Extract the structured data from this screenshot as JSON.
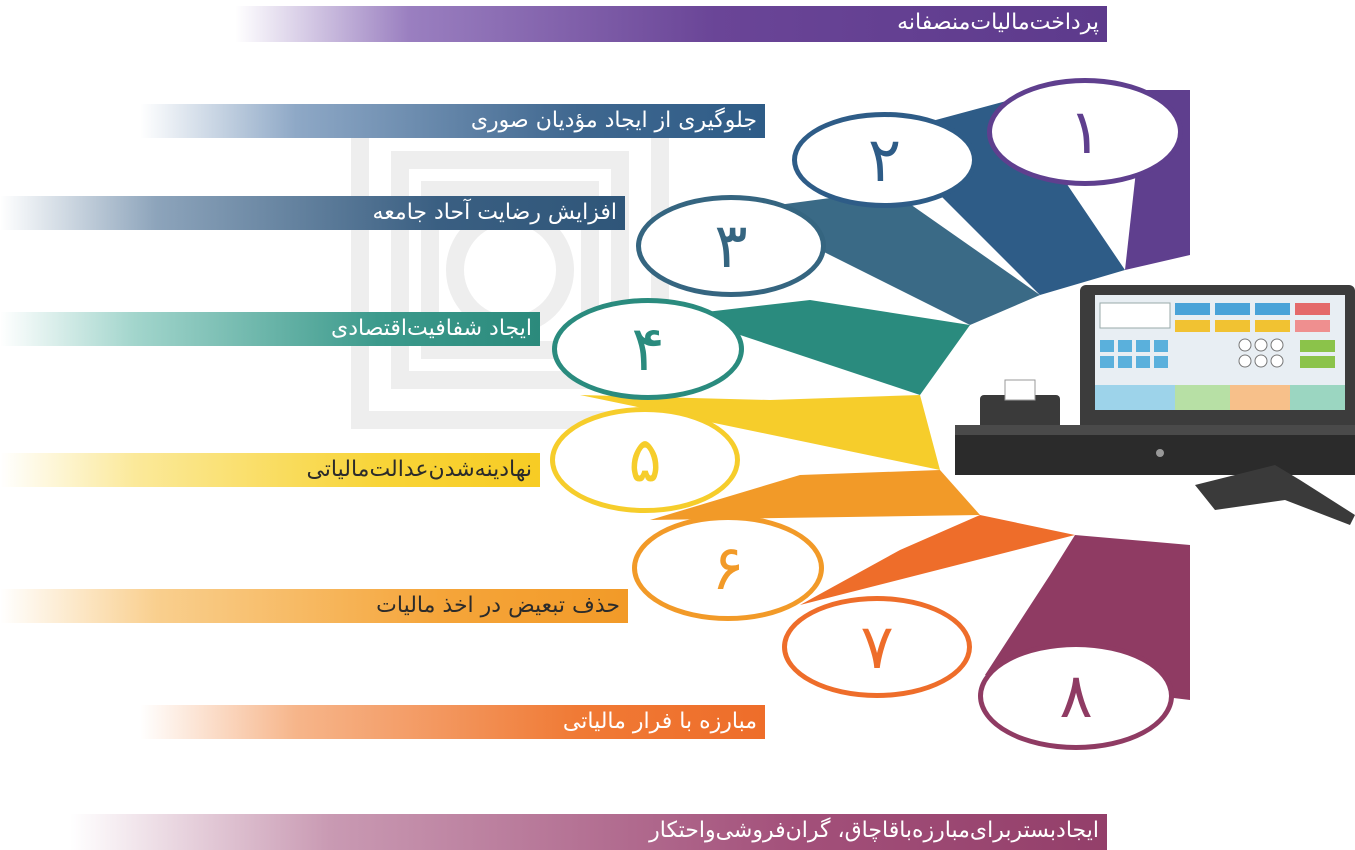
{
  "title": "پرداخت‌مالیات‌منصفانه",
  "steps": [
    {
      "number": "۱",
      "label": "جلوگیری از ایجاد مؤدیان صوری",
      "color": "#5f3f8e"
    },
    {
      "number": "۲",
      "label": "افزایش رضایت آحاد جامعه",
      "color": "#2e5c87"
    },
    {
      "number": "۳",
      "label": "ایجاد شفافیت‌اقتصادی",
      "color": "#356580"
    },
    {
      "number": "۴",
      "label": "نهادینه‌شدن‌عدالت‌مالیاتی",
      "color": "#2a8b7e"
    },
    {
      "number": "۵",
      "label": "حذف تبعیض در اخذ مالیات",
      "color": "#f6cd2b"
    },
    {
      "number": "۶",
      "label": "مبارزه با فرار مالیاتی",
      "color": "#f29a28"
    },
    {
      "number": "۷",
      "label": "ایجاد‌بستر‌برای‌مبارزه‌با‌قاچاق، گران‌فروشی‌و‌احتکار",
      "color": "#ee6d2a"
    },
    {
      "number": "۸",
      "label": "",
      "color": "#8f3b63"
    }
  ],
  "illustration": {
    "icon": "pos-terminal-icon"
  }
}
